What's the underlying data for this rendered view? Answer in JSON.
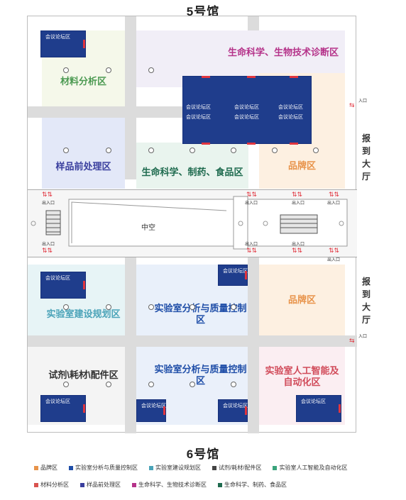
{
  "halls": {
    "top": "5号馆",
    "bottom": "6号馆"
  },
  "labels": {
    "forum": "会议论坛区",
    "entrance": "入口",
    "exit_entrance": "出入口",
    "center": "中空",
    "reception": "报到大厅"
  },
  "zones": {
    "material": "材料分析区",
    "life_diag": "生命科学、生物技术诊断区",
    "sample": "样品前处理区",
    "life_pharma": "生命科学、制药、食品区",
    "brand1": "品牌区",
    "lab_build": "实验室建设规划区",
    "lab_qc1": "实验室分析与质量控制区",
    "brand2": "品牌区",
    "reagent": "试剂\\耗材\\配件区",
    "lab_qc2": "实验室分析与质量控制区",
    "ai": "实验室人工智能及自动化区"
  },
  "legend": [
    {
      "label": "品牌区",
      "color": "#e8934a"
    },
    {
      "label": "实验室分析与质量控制区",
      "color": "#1f4ea8"
    },
    {
      "label": "实验室建设规划区",
      "color": "#4aa3b8"
    },
    {
      "label": "试剂/耗材/配件区",
      "color": "#444444"
    },
    {
      "label": "实验室人工智能及自动化区",
      "color": "#3aa37b"
    },
    {
      "label": "材料分析区",
      "color": "#d9534f"
    },
    {
      "label": "样品前处理区",
      "color": "#3a3f9e"
    },
    {
      "label": "生命科学、生物技术诊断区",
      "color": "#b5338a"
    },
    {
      "label": "生命科学、制药、食品区",
      "color": "#1f6b4f"
    }
  ]
}
